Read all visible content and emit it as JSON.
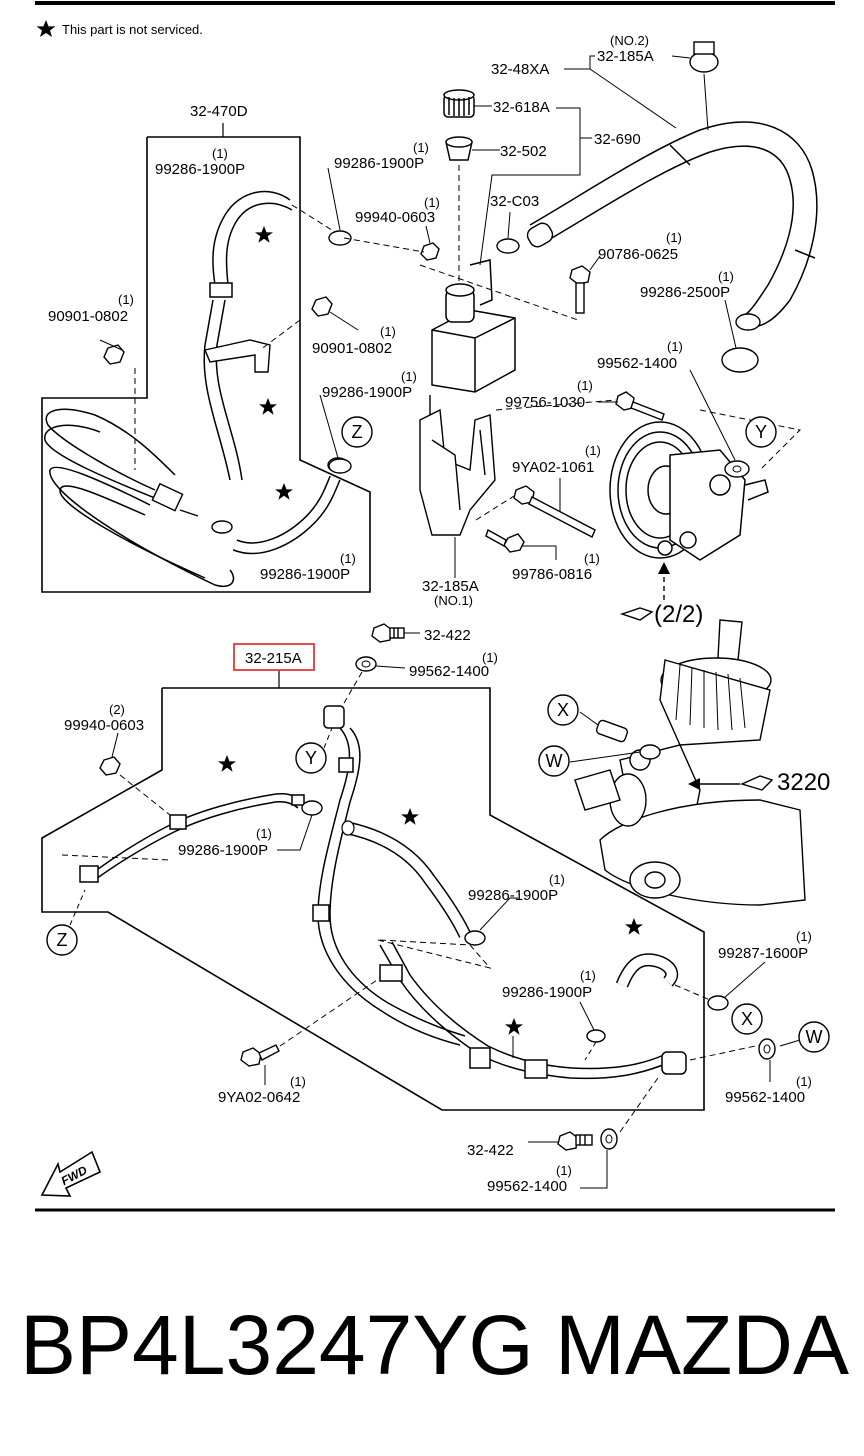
{
  "note": "This part is not serviced.",
  "labels": {
    "l_32_48xa": "32-48XA",
    "l_no2": "(NO.2)",
    "l_32_185a_top": "32-185A",
    "l_32_618a": "32-618A",
    "l_32_690": "32-690",
    "l_32_502": "32-502",
    "l_32_470d": "32-470D",
    "l_99286_a": "99286-1900P",
    "l_99286_b": "99286-1900P",
    "l_32_c03": "32-C03",
    "l_99940_a": "99940-0603",
    "l_90786": "90786-0625",
    "l_99286_2500": "99286-2500P",
    "l_90901_a": "90901-0802",
    "l_90901_b": "90901-0802",
    "l_99562_a": "99562-1400",
    "l_99756": "99756-1030",
    "l_99286_c": "99286-1900P",
    "l_9ya02_1061": "9YA02-1061",
    "l_99286_d": "99286-1900P",
    "l_32_185a_bot": "32-185A",
    "l_no1": "(NO.1)",
    "l_99786": "99786-0816",
    "l_2_2": "(2/2)",
    "l_32_422_a": "32-422",
    "l_32_215a": "32-215A",
    "l_99562_b": "99562-1400",
    "l_99940_b": "99940-0603",
    "l_3220": "3220",
    "l_99286_e": "99286-1900P",
    "l_99286_f": "99286-1900P",
    "l_99287": "99287-1600P",
    "l_99286_g": "99286-1900P",
    "l_9ya02_0642": "9YA02-0642",
    "l_99562_c": "99562-1400",
    "l_32_422_b": "32-422",
    "l_99562_d": "99562-1400",
    "q1": "(1)",
    "q2": "(2)",
    "ref_x": "X",
    "ref_y": "Y",
    "ref_z": "Z",
    "ref_w": "W",
    "fwd": "FWD"
  },
  "footer": {
    "part_number": "BP4L3247YG",
    "brand": "MAZDA"
  },
  "highlight_color": "#e53935"
}
